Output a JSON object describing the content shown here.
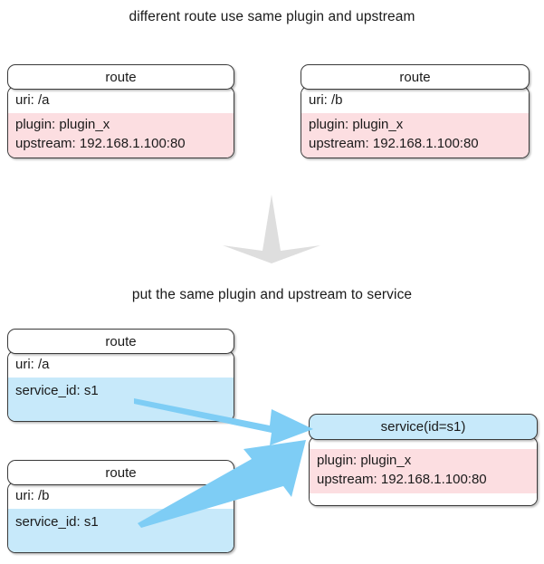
{
  "diagram": {
    "type": "concept-diagram",
    "sections": [
      {
        "caption": "different route use same plugin and upstream",
        "nodes": [
          {
            "title": "route",
            "rows": [
              {
                "text": "uri: /a",
                "fill": "white"
              },
              {
                "lines": [
                  "plugin: plugin_x",
                  "upstream: 192.168.1.100:80"
                ],
                "fill": "pink"
              }
            ]
          },
          {
            "title": "route",
            "rows": [
              {
                "text": "uri: /b",
                "fill": "white"
              },
              {
                "lines": [
                  "plugin: plugin_x",
                  "upstream: 192.168.1.100:80"
                ],
                "fill": "pink"
              }
            ]
          }
        ]
      },
      {
        "caption": "put the same plugin and upstream to service",
        "nodes": [
          {
            "title": "route",
            "rows": [
              {
                "text": "uri: /a",
                "fill": "white"
              },
              {
                "text": "service_id: s1",
                "fill": "blue"
              }
            ]
          },
          {
            "title": "route",
            "rows": [
              {
                "text": "uri: /b",
                "fill": "white"
              },
              {
                "text": "service_id: s1",
                "fill": "blue"
              }
            ]
          },
          {
            "title": "service(id=s1)",
            "title_fill": "blue",
            "rows": [
              {
                "text": "",
                "fill": "white"
              },
              {
                "lines": [
                  "plugin: plugin_x",
                  "upstream: 192.168.1.100:80"
                ],
                "fill": "pink"
              },
              {
                "text": "",
                "fill": "white"
              }
            ]
          }
        ]
      }
    ],
    "transition_arrow": {
      "direction": "down",
      "color": "#dedede"
    },
    "link_arrows": [
      {
        "from": "route-uri-a-service-id",
        "to": "service-box",
        "color": "#7ecdf5"
      },
      {
        "from": "route-uri-b-service-id",
        "to": "service-box",
        "color": "#7ecdf5"
      }
    ]
  },
  "labels": {
    "caption_top": "different route use same plugin and upstream",
    "caption_bottom": "put the same plugin and upstream to service",
    "route": "route",
    "service_title": "service(id=s1)",
    "uri_a": "uri: /a",
    "uri_b": "uri: /b",
    "plugin": "plugin: plugin_x",
    "upstream": "upstream: 192.168.1.100:80",
    "service_id": "service_id: s1"
  },
  "colors": {
    "pink": "#fcdee1",
    "blue": "#c7e9fa",
    "arrow_blue": "#7ecdf5",
    "arrow_gray": "#dedede",
    "border": "#3a3a3a",
    "text": "#1a1a1a"
  }
}
